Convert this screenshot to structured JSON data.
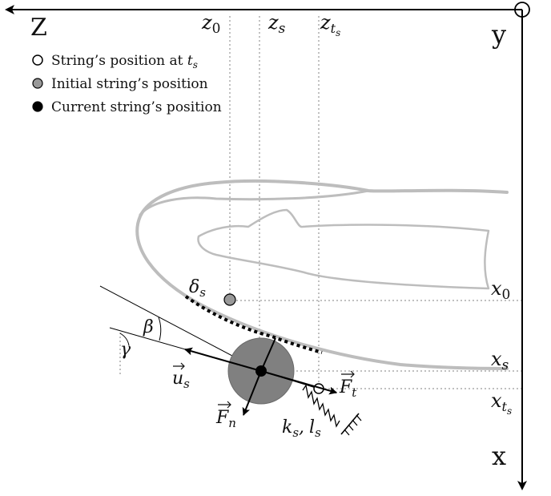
{
  "axes": {
    "z_label": "Z",
    "y_label": "y",
    "x_label": "x"
  },
  "top_labels": {
    "z0": "z",
    "z0_sub": "0",
    "zs": "z",
    "zs_sub": "s",
    "zts": "z",
    "zts_sub": "t",
    "zts_subsub": "s"
  },
  "right_labels": {
    "x0": "x",
    "x0_sub": "0",
    "xs": "x",
    "xs_sub": "s",
    "xts": "x",
    "xts_sub": "t",
    "xts_subsub": "s"
  },
  "legend": {
    "items": [
      {
        "fill": "#ffffff",
        "text": "String’s position at ",
        "math": "t",
        "math_sub": "s"
      },
      {
        "fill": "#999999",
        "text": "Initial string’s position",
        "math": "",
        "math_sub": ""
      },
      {
        "fill": "#000000",
        "text": "Current string’s position",
        "math": "",
        "math_sub": ""
      }
    ]
  },
  "annotations": {
    "delta": "δ",
    "delta_sub": "s",
    "beta": "β",
    "gamma": "γ",
    "us": "u",
    "us_sub": "s",
    "ft": "F",
    "ft_sub": "t",
    "fn": "F",
    "fn_sub": "n",
    "spring_k": "k",
    "spring_k_sub": "s",
    "spring_comma": ",",
    "spring_l": "l",
    "spring_l_sub": "s"
  },
  "colors": {
    "axis": "#000000",
    "finger_outline": "#bdbdbd",
    "dotted_guides": "#808080",
    "initial_string": "#999999",
    "pad_circle": "#808080"
  }
}
